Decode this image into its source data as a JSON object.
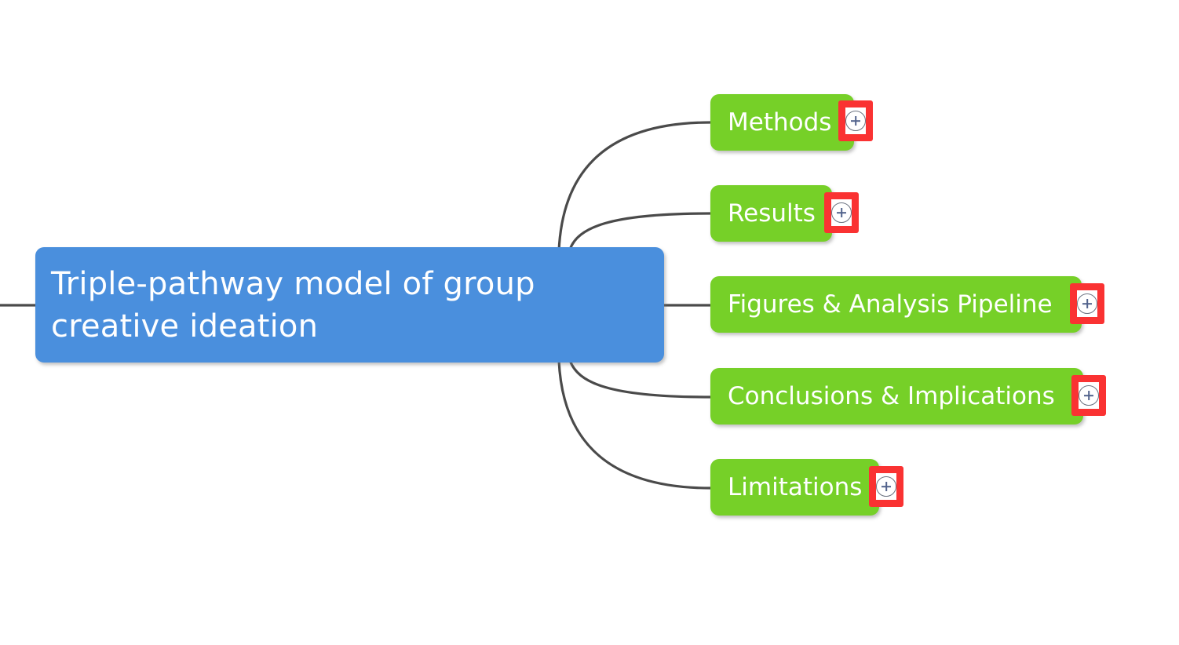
{
  "diagram": {
    "type": "mindmap",
    "background_color": "#ffffff",
    "connector_color": "#4a4a4a",
    "root": {
      "label": "Triple-pathway model of group creative ideation",
      "color": "#4a8fdd",
      "text_color": "#ffffff"
    },
    "branch_color": "#76d028",
    "highlight_color": "#fa3232",
    "branches": [
      {
        "label": "Methods",
        "expand_icon": "plus-circle-icon",
        "expanded": false,
        "highlighted": true
      },
      {
        "label": "Results",
        "expand_icon": "plus-circle-icon",
        "expanded": false,
        "highlighted": true
      },
      {
        "label": "Figures & Analysis Pipeline",
        "expand_icon": "plus-circle-icon",
        "expanded": false,
        "highlighted": true
      },
      {
        "label": "Conclusions & Implications",
        "expand_icon": "plus-circle-icon",
        "expanded": false,
        "highlighted": true
      },
      {
        "label": "Limitations",
        "expand_icon": "plus-circle-icon",
        "expanded": false,
        "highlighted": true
      }
    ]
  }
}
